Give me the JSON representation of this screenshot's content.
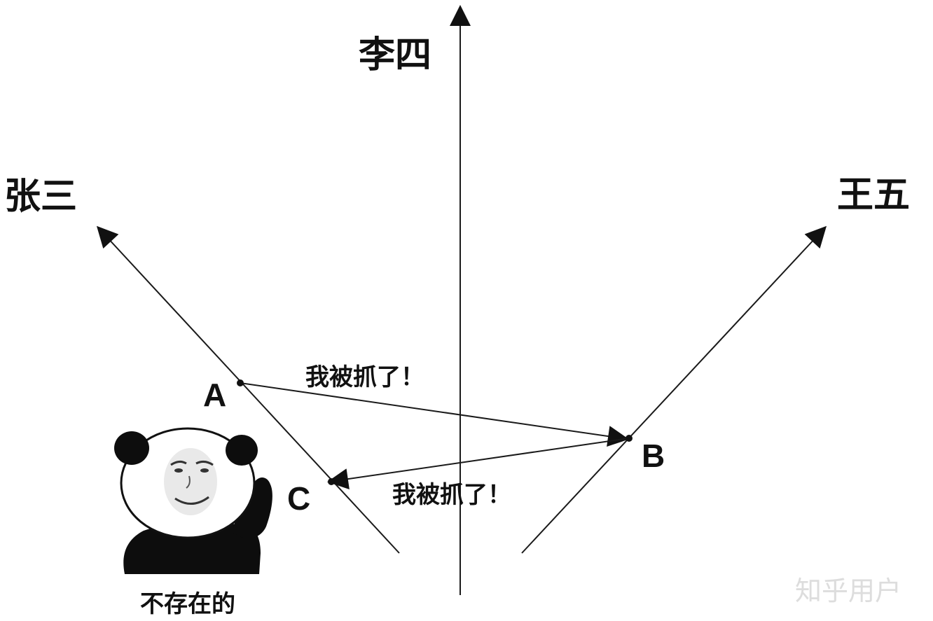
{
  "axes": {
    "lisi": "李四",
    "zhangsan": "张三",
    "wangwu": "王五"
  },
  "points": {
    "a": "A",
    "b": "B",
    "c": "C"
  },
  "messages": {
    "a_to_b": "我被抓了！",
    "b_to_c": "我被抓了！"
  },
  "meme": {
    "caption": "不存在的"
  },
  "watermark": "知乎用户",
  "colors": {
    "ink": "#111111",
    "background": "#ffffff",
    "watermark": "#dddddd"
  }
}
